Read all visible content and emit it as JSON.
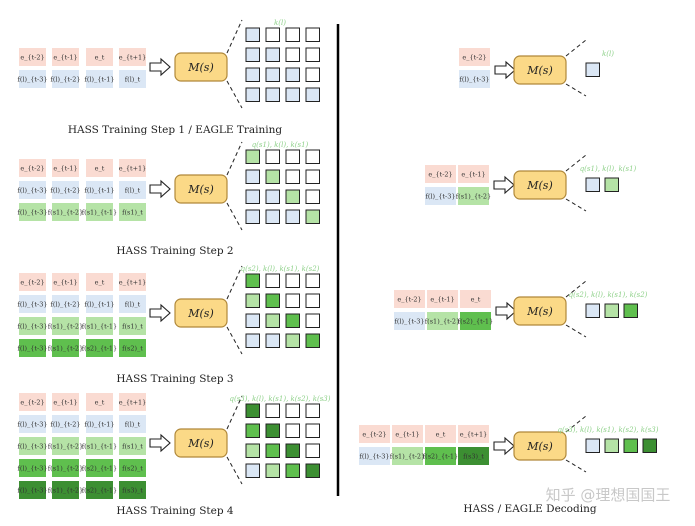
{
  "colors": {
    "e_cell": "#fadbd2",
    "f_base": "#dbe7f5",
    "f_level1": "#b5e3a6",
    "f_level2": "#5fbf4e",
    "f_level3": "#3c8f32",
    "model_fill": "#fbd987",
    "model_stroke": "#b0883a",
    "grid_empty": "#ffffff",
    "grid_stroke": "#222222",
    "note_color": "#8fd18a",
    "divider": "#000000"
  },
  "model_label": "M(s)",
  "captions": {
    "step1": "HASS Training Step 1 / EAGLE Training",
    "step2": "HASS Training Step 2",
    "step3": "HASS Training Step 3",
    "step4": "HASS Training Step 4",
    "decoding": "HASS / EAGLE Decoding"
  },
  "watermark": "知乎 @理想国国王",
  "tokens": {
    "e_row": [
      "e_{t-2}",
      "e_{t-1}",
      "e_t",
      "e_{t+1}"
    ],
    "f_base_row": [
      "f(l)_{t-3}",
      "f(l)_{t-2}",
      "f(l)_{t-1}",
      "f(l)_t"
    ],
    "f_l1_row": [
      "f(l)_{t-3}",
      "f(s1)_{t-2}",
      "f(s1)_{t-1}",
      "f(s1)_t"
    ],
    "f_l2_row": [
      "f(l)_{t-3}",
      "f(s1)_{t-2}",
      "f(s2)_{t-1}",
      "f(s2)_t"
    ],
    "f_l3_row": [
      "f(l)_{t-3}",
      "f(s1)_{t-2}",
      "f(s2)_{t-1}",
      "f(s3)_t"
    ]
  },
  "training_steps": [
    {
      "id": "step1",
      "rows": [
        "e_row",
        "f_base_row"
      ],
      "grid": [
        [
          "f_base",
          "empty",
          "empty",
          "empty"
        ],
        [
          "f_base",
          "f_base",
          "empty",
          "empty"
        ],
        [
          "f_base",
          "f_base",
          "f_base",
          "empty"
        ],
        [
          "f_base",
          "f_base",
          "f_base",
          "f_base"
        ]
      ],
      "note": "k(l)"
    },
    {
      "id": "step2",
      "rows": [
        "e_row",
        "f_base_row",
        "f_l1_row"
      ],
      "grid": [
        [
          "f_level1",
          "empty",
          "empty",
          "empty"
        ],
        [
          "f_base",
          "f_level1",
          "empty",
          "empty"
        ],
        [
          "f_base",
          "f_base",
          "f_level1",
          "empty"
        ],
        [
          "f_base",
          "f_base",
          "f_base",
          "f_level1"
        ]
      ],
      "note": "q(s1), k(l), k(s1)"
    },
    {
      "id": "step3",
      "rows": [
        "e_row",
        "f_base_row",
        "f_l1_row",
        "f_l2_row"
      ],
      "grid": [
        [
          "f_level2",
          "empty",
          "empty",
          "empty"
        ],
        [
          "f_level1",
          "f_level2",
          "empty",
          "empty"
        ],
        [
          "f_base",
          "f_level1",
          "f_level2",
          "empty"
        ],
        [
          "f_base",
          "f_base",
          "f_level1",
          "f_level2"
        ]
      ],
      "note": "q(s2), k(l), k(s1), k(s2)"
    },
    {
      "id": "step4",
      "rows": [
        "e_row",
        "f_base_row",
        "f_l1_row",
        "f_l2_row",
        "f_l3_row"
      ],
      "grid": [
        [
          "f_level3",
          "empty",
          "empty",
          "empty"
        ],
        [
          "f_level2",
          "f_level3",
          "empty",
          "empty"
        ],
        [
          "f_level1",
          "f_level2",
          "f_level3",
          "empty"
        ],
        [
          "f_base",
          "f_level1",
          "f_level2",
          "f_level3"
        ]
      ],
      "note": "q(s3), k(l), k(s1), k(s2), k(s3)"
    }
  ],
  "decoding_steps": [
    {
      "e": [
        "e_{t-2}"
      ],
      "f": [
        [
          "f(l)_{t-3}",
          "f_base"
        ]
      ],
      "keys": [
        "f_base"
      ],
      "note": "k(l)"
    },
    {
      "e": [
        "e_{t-2}",
        "e_{t-1}"
      ],
      "f": [
        [
          "f(l)_{t-3}",
          "f_base"
        ],
        [
          "f(s1)_{t-2}",
          "f_level1"
        ]
      ],
      "keys": [
        "f_base",
        "f_level1"
      ],
      "note": "q(s1), k(l), k(s1)"
    },
    {
      "e": [
        "e_{t-2}",
        "e_{t-1}",
        "e_t"
      ],
      "f": [
        [
          "f(l)_{t-3}",
          "f_base"
        ],
        [
          "f(s1)_{t-2}",
          "f_level1"
        ],
        [
          "f(s2)_{t-1}",
          "f_level2"
        ]
      ],
      "keys": [
        "f_base",
        "f_level1",
        "f_level2"
      ],
      "note": "q(s2), k(l), k(s1), k(s2)"
    },
    {
      "e": [
        "e_{t-2}",
        "e_{t-1}",
        "e_t",
        "e_{t+1}"
      ],
      "f": [
        [
          "f(l)_{t-3}",
          "f_base"
        ],
        [
          "f(s1)_{t-2}",
          "f_level1"
        ],
        [
          "f(s2)_{t-1}",
          "f_level2"
        ],
        [
          "f(s3)_t",
          "f_level3"
        ]
      ],
      "keys": [
        "f_base",
        "f_level1",
        "f_level2",
        "f_level3"
      ],
      "note": "q(s3), k(l), k(s1), k(s2), k(s3)"
    }
  ]
}
